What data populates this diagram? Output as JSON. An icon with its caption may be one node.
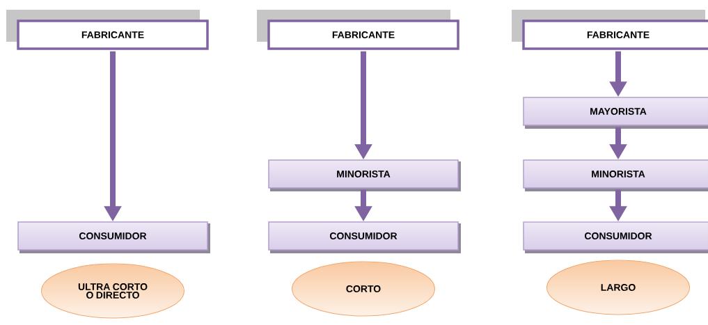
{
  "diagram": {
    "nodes": [
      {
        "text": [
          "FABRICANTE"
        ]
      },
      {
        "text": [
          "CONSUMIDOR"
        ]
      },
      {
        "text": [
          "ULTRA CORTO O DIRECTO"
        ]
      },
      {
        "text": [
          "FABRICANTE"
        ]
      },
      {
        "text": [
          "MINORISTA"
        ]
      },
      {
        "text": [
          "CONSUMIDOR"
        ]
      },
      {
        "text": [
          "CORTO"
        ]
      },
      {
        "text": [
          "FABRICANTE"
        ]
      },
      {
        "text": [
          "MAYORISTA"
        ]
      },
      {
        "text": [
          "MINORISTA"
        ]
      },
      {
        "text": [
          "CONSUMIDOR"
        ]
      },
      {
        "text": [
          "LARGO"
        ]
      }
    ],
    "edges": [
      {
        "from": 0,
        "to": 1,
        "arrow": "to"
      },
      {
        "from": 3,
        "to": 4,
        "arrow": "to"
      },
      {
        "from": 4,
        "to": 5,
        "arrow": "to"
      },
      {
        "from": 7,
        "to": 8,
        "arrow": "to"
      },
      {
        "from": 8,
        "to": 9,
        "arrow": "to"
      },
      {
        "from": 9,
        "to": 10,
        "arrow": "to"
      }
    ]
  }
}
